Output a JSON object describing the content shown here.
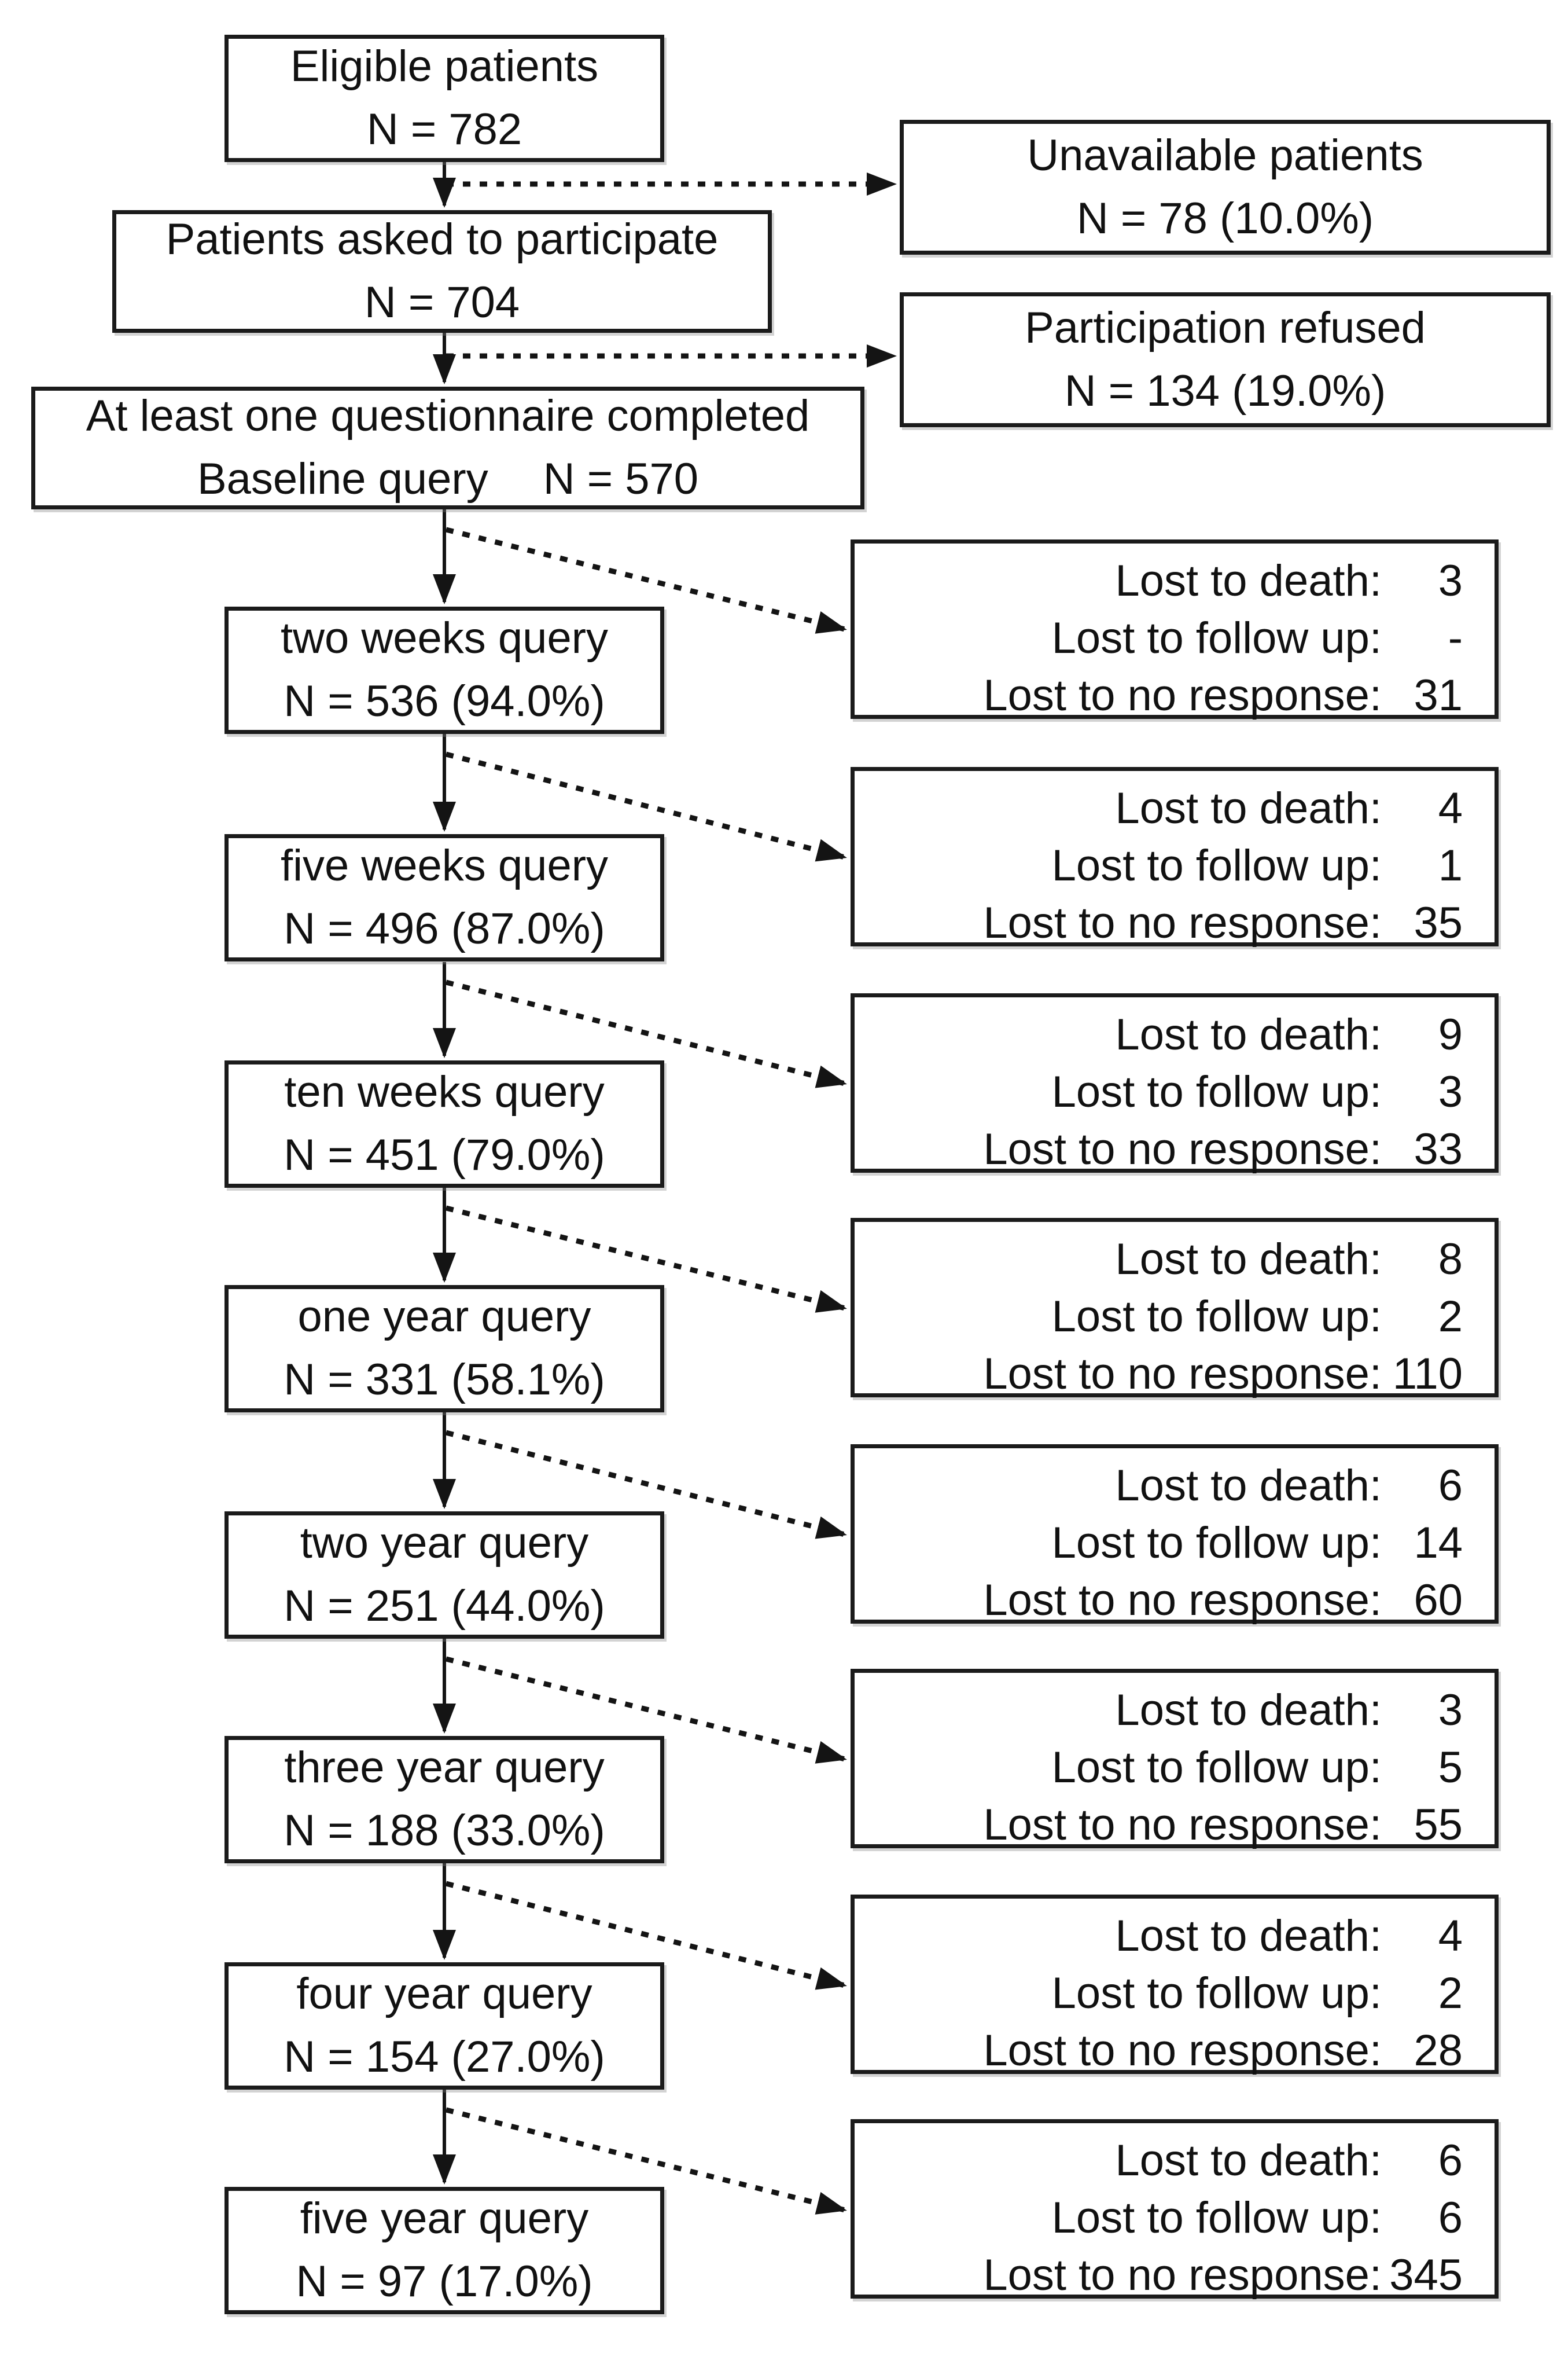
{
  "diagram": {
    "top": {
      "eligible": {
        "title": "Eligible patients",
        "n": "N = 782"
      },
      "asked": {
        "title": "Patients asked to participate",
        "n": "N = 704"
      },
      "baseline": {
        "line1": "At least one questionnaire completed",
        "line2_left": "Baseline query",
        "line2_right": "N = 570"
      }
    },
    "side": {
      "unavailable": {
        "title": "Unavailable patients",
        "n": "N = 78 (10.0%)"
      },
      "refused": {
        "title": "Participation refused",
        "n": "N = 134 (19.0%)"
      }
    },
    "lost_labels": {
      "death": "Lost to death:",
      "follow_up": "Lost to follow up:",
      "no_response": "Lost to no response:"
    },
    "stages": [
      {
        "title": "two weeks query",
        "n": "N = 536 (94.0%)",
        "lost_death": "3",
        "lost_follow_up": "-",
        "lost_no_response": "31"
      },
      {
        "title": "five weeks query",
        "n": "N = 496 (87.0%)",
        "lost_death": "4",
        "lost_follow_up": "1",
        "lost_no_response": "35"
      },
      {
        "title": "ten weeks query",
        "n": "N = 451 (79.0%)",
        "lost_death": "9",
        "lost_follow_up": "3",
        "lost_no_response": "33"
      },
      {
        "title": "one year query",
        "n": "N = 331 (58.1%)",
        "lost_death": "8",
        "lost_follow_up": "2",
        "lost_no_response": "110"
      },
      {
        "title": "two year query",
        "n": "N = 251 (44.0%)",
        "lost_death": "6",
        "lost_follow_up": "14",
        "lost_no_response": "60"
      },
      {
        "title": "three year query",
        "n": "N = 188 (33.0%)",
        "lost_death": "3",
        "lost_follow_up": "5",
        "lost_no_response": "55"
      },
      {
        "title": "four year query",
        "n": "N = 154 (27.0%)",
        "lost_death": "4",
        "lost_follow_up": "2",
        "lost_no_response": "28"
      },
      {
        "title": "five year query",
        "n": "N = 97 (17.0%)",
        "lost_death": "6",
        "lost_follow_up": "6",
        "lost_no_response": "345"
      }
    ],
    "colors": {
      "background": "#ffffff",
      "line": "#141414",
      "border": "#1b1b1b",
      "text": "#111111"
    }
  }
}
